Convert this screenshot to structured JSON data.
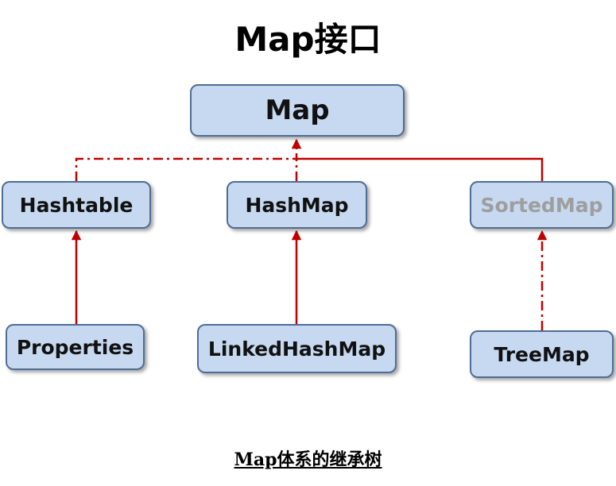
{
  "title": "Map接口",
  "nodes": {
    "map": "Map",
    "hashtable": "Hashtable",
    "hashmap": "HashMap",
    "sortedmap": "SortedMap",
    "properties": "Properties",
    "linkedhashmap": "LinkedHashMap",
    "treemap": "TreeMap"
  },
  "caption": "Map体系的继承树",
  "colors": {
    "node_fill": "#c6d9f1",
    "node_border": "#4f6d94",
    "edge": "#c00000",
    "faded_text": "#9e9e9e"
  }
}
